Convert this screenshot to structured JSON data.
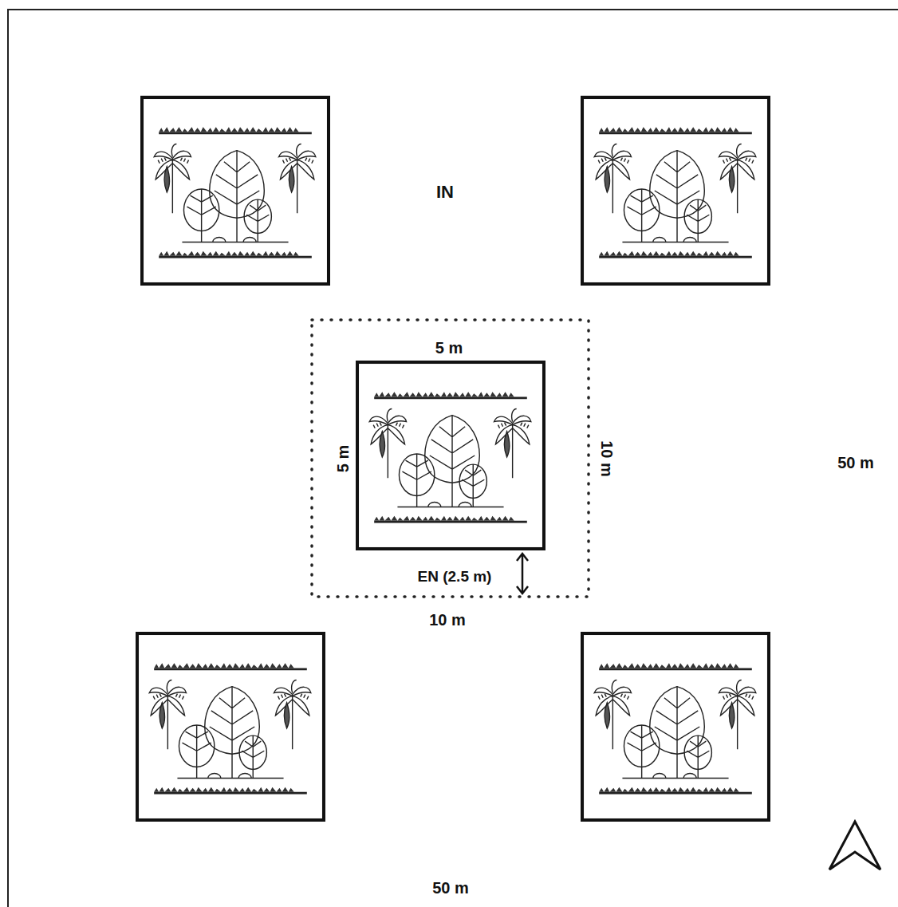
{
  "diagram": {
    "labels": [
      "IN",
      "5 m",
      "5 m",
      "10 m",
      "EN (2.5 m)",
      "10 m",
      "50 m",
      "50 m"
    ]
  }
}
